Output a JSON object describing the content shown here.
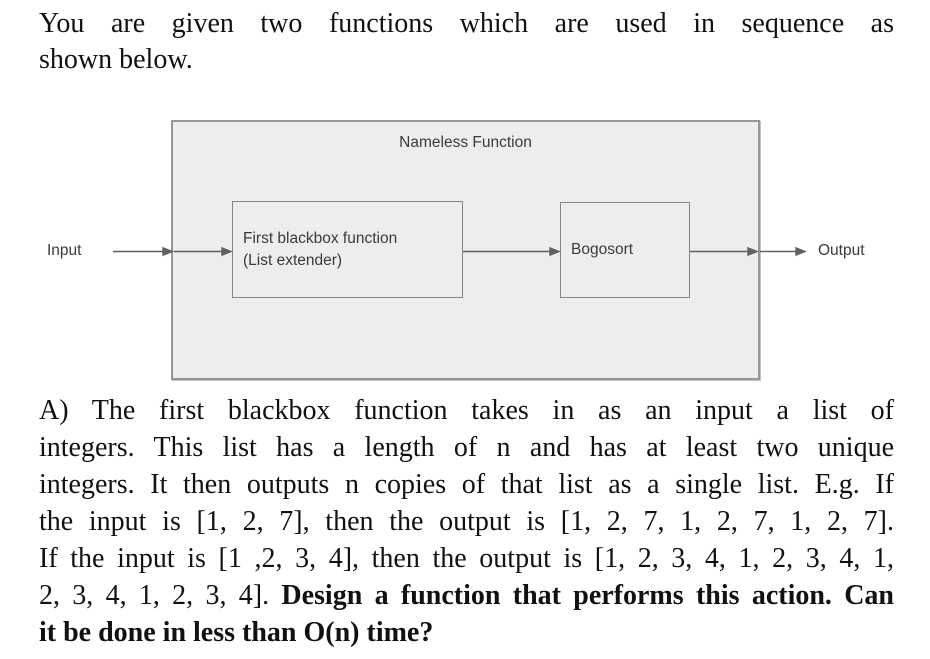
{
  "intro": {
    "line1": "You are given two functions which are used in sequence as",
    "line2": "shown below."
  },
  "diagram": {
    "title": "Nameless Function",
    "input_label": "Input",
    "output_label": "Output",
    "box1": {
      "line1": "First blackbox function",
      "line2": "(List extender)"
    },
    "box2": {
      "label": "Bogosort"
    }
  },
  "question": {
    "line1": "A) The first blackbox function takes in as an input a list of",
    "line2": "integers. This list has a length of n and has at least two unique",
    "line3": "integers. It then outputs n copies of that list as a single list. E.g. If",
    "line4": "the input is [1, 2, 7], then the output is [1, 2, 7, 1, 2, 7, 1, 2, 7].",
    "line5": "If the input is [1 ,2, 3, 4], then the output is [1, 2, 3, 4, 1, 2, 3, 4, 1,",
    "line6_regular": "2, 3, 4, 1, 2, 3, 4].",
    "line6_bold": "Design a function that performs this action. Can",
    "line7_bold": "it be done in less than O(n) time?"
  },
  "colors": {
    "page_background": "#ffffff",
    "body_text": "#111111",
    "diagram_fill": "#ededed",
    "diagram_border": "#979797",
    "inner_border": "#878787",
    "arrow": "#616161",
    "diagram_text": "#3a3a3a"
  }
}
